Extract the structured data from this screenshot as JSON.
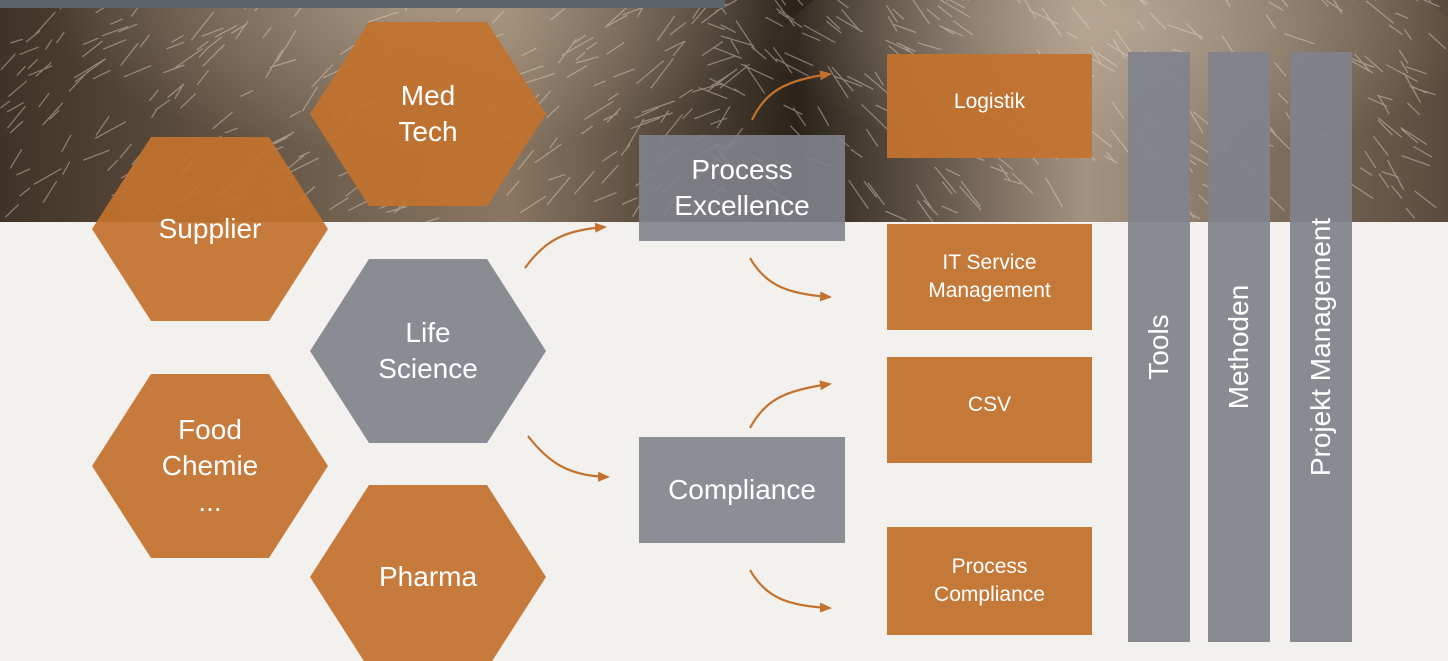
{
  "hexagons": {
    "medtech": [
      "Med",
      "Tech"
    ],
    "supplier": [
      "Supplier"
    ],
    "life_science": [
      "Life",
      "Science"
    ],
    "food": [
      "Food",
      "Chemie",
      "..."
    ],
    "pharma": [
      "Pharma"
    ]
  },
  "hubs": {
    "process_excellence": [
      "Process",
      "Excellence"
    ],
    "compliance": [
      "Compliance"
    ]
  },
  "areas": {
    "logistik": [
      "Logistik"
    ],
    "itsm": [
      "IT Service",
      "Management"
    ],
    "csv": [
      "CSV"
    ],
    "process_compliance": [
      "Process",
      "Compliance"
    ]
  },
  "pillars": {
    "tools": "Tools",
    "methoden": "Methoden",
    "projekt": "Projekt Management"
  },
  "colors": {
    "orange": "#c2722e",
    "gray": "#80838b",
    "arrow": "#c2722e",
    "background": "#f3f1ed"
  }
}
